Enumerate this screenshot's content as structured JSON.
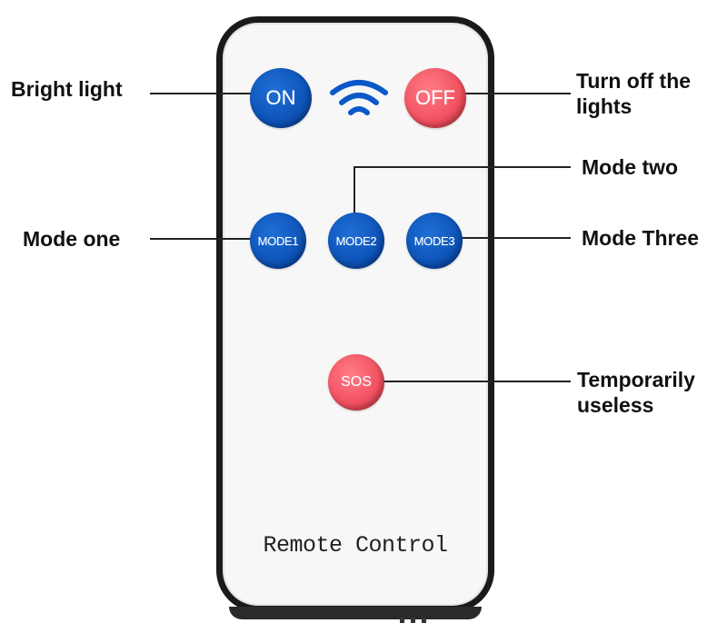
{
  "buttons": {
    "on": "ON",
    "off": "OFF",
    "mode1": "MODE1",
    "mode2": "MODE2",
    "mode3": "MODE3",
    "sos": "SOS"
  },
  "labels": {
    "bright_light": "Bright light",
    "turn_off_line1": "Turn off the",
    "turn_off_line2": "lights",
    "mode_two": "Mode two",
    "mode_one": "Mode one",
    "mode_three": "Mode Three",
    "sos_line1": "Temporarily",
    "sos_line2": "useless"
  },
  "remote_text": "Remote Control",
  "icons": {
    "signal": "wifi-icon"
  },
  "colors": {
    "blue_button": "#0b4fb3",
    "red_button": "#ef4a5a",
    "remote_body": "#f7f7f7",
    "remote_border": "#1a1a1a"
  }
}
